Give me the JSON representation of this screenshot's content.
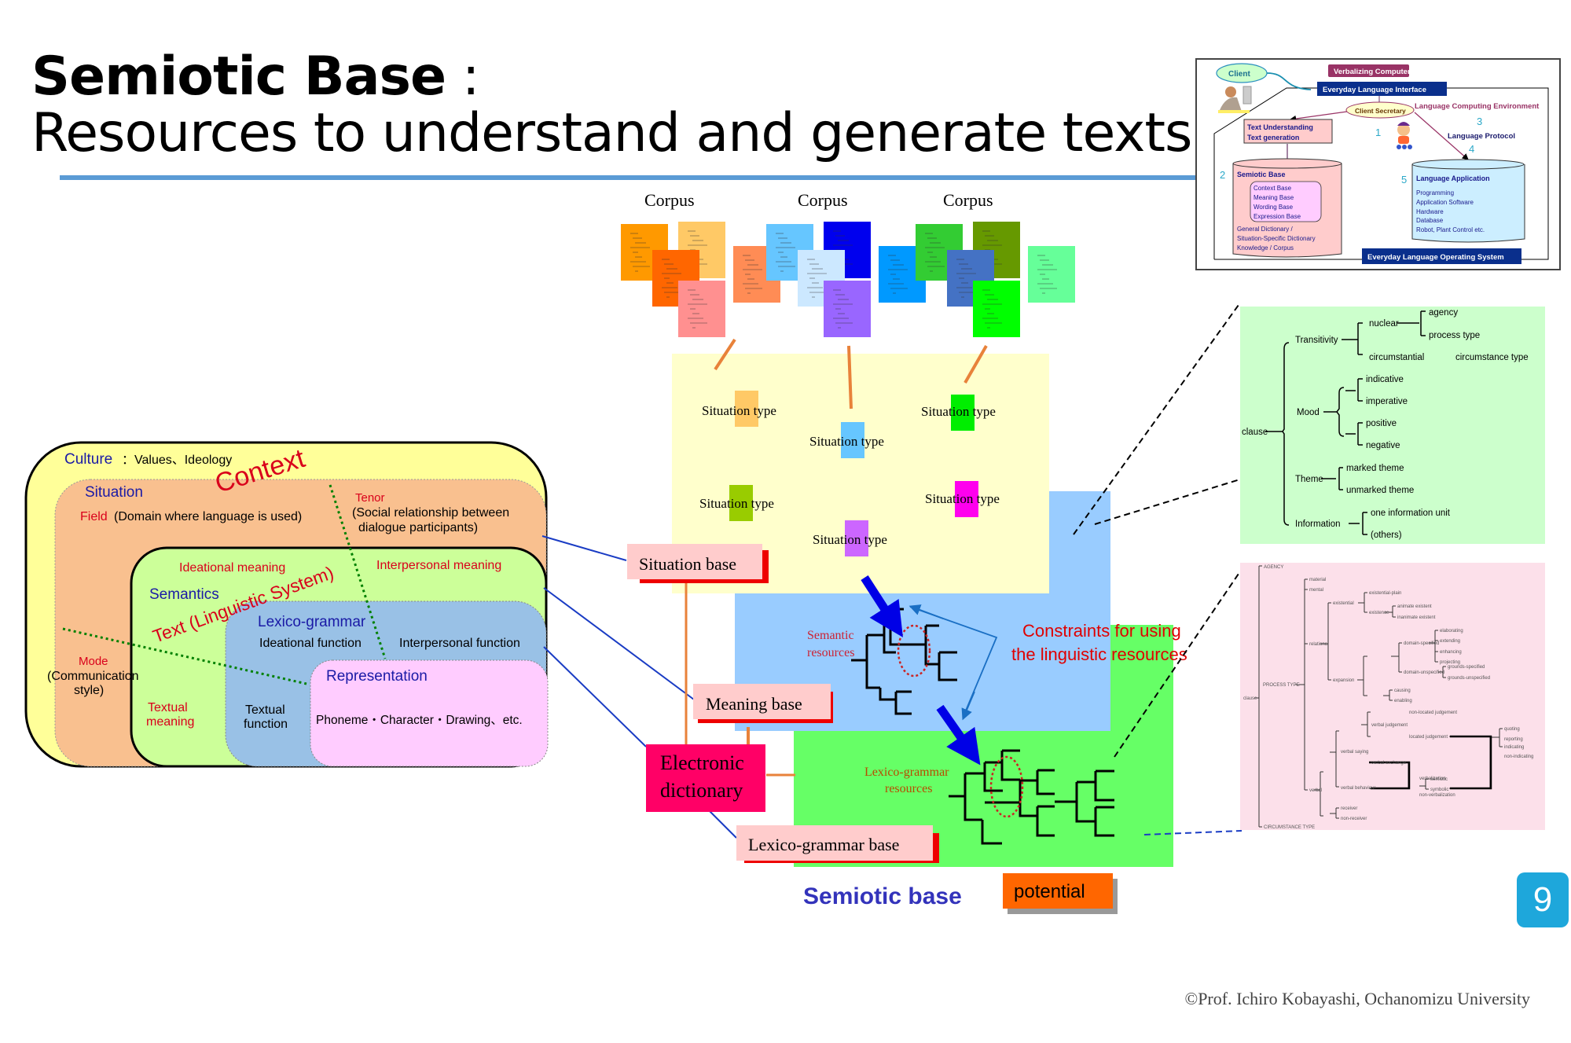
{
  "title": {
    "bold": "Semiotic Base",
    "colon": " :",
    "subtitle": "Resources to understand and generate texts"
  },
  "colors": {
    "accent_rule": "#5b9bd5",
    "page_badge": "#1ea7db",
    "red_text": "#d9001b",
    "blue_text": "#1a1aa6"
  },
  "context_model": {
    "culture_label": "Culture",
    "culture_values": "：Values、Ideology",
    "context_label": "Context",
    "situation_label": "Situation",
    "field_label": "Field",
    "field_desc": "(Domain where language is used)",
    "tenor_label": "Tenor",
    "tenor_desc_1": "(Social relationship between",
    "tenor_desc_2": "dialogue participants)",
    "mode_label": "Mode",
    "mode_desc_1": "(Communication",
    "mode_desc_2": "style)",
    "text_label": "Text (Linguistic System)",
    "ideational_meaning": "Ideational meaning",
    "interpersonal_meaning": "Interpersonal meaning",
    "semantics_label": "Semantics",
    "textual_meaning_1": "Textual",
    "textual_meaning_2": "meaning",
    "lexicogrammar_label": "Lexico-grammar",
    "ideational_function": "Ideational function",
    "interpersonal_function": "Interpersonal function",
    "textual_function_1": "Textual",
    "textual_function_2": "function",
    "representation_label": "Representation",
    "representation_desc": "Phoneme・Character・Drawing、etc."
  },
  "corpora": [
    {
      "label": "Corpus",
      "colors": [
        "#ff9900",
        "#ffc966",
        "#ff8c55",
        "#ff6600",
        "#ff9090"
      ]
    },
    {
      "label": "Corpus",
      "colors": [
        "#66c6ff",
        "#0000ee",
        "#0099ff",
        "#cce8ff",
        "#9966ff"
      ]
    },
    {
      "label": "Corpus",
      "colors": [
        "#33cc33",
        "#669900",
        "#66ff99",
        "#4472c4",
        "#00ff00"
      ]
    }
  ],
  "situation_types": [
    {
      "label": "Situation type",
      "color": "#ffc966"
    },
    {
      "label": "Situation type",
      "color": "#66c6ff"
    },
    {
      "label": "Situation type",
      "color": "#00ee00"
    },
    {
      "label": "Situation type",
      "color": "#99cc00"
    },
    {
      "label": "Situation type",
      "color": "#ff00ee"
    },
    {
      "label": "Situation type",
      "color": "#cc66ff"
    }
  ],
  "bases": {
    "situation_base": "Situation base",
    "meaning_base": "Meaning base",
    "electronic_dictionary_1": "Electronic",
    "electronic_dictionary_2": "dictionary",
    "lexicogrammar_base": "Lexico-grammar base"
  },
  "resources": {
    "semantic_1": "Semantic",
    "semantic_2": "resources",
    "lexicogrammar_1": "Lexico-grammar",
    "lexicogrammar_2": "resources",
    "constraints_1": "Constraints for using",
    "constraints_2": "the linguistic resources"
  },
  "footer_labels": {
    "semiotic_base": "Semiotic base",
    "potential": "potential"
  },
  "system_network": {
    "root": "clause",
    "transitivity": "Transitivity",
    "nuclear": "nuclear",
    "agency": "agency",
    "process_type": "process type",
    "circumstantial": "circumstantial",
    "circumstance_type": "circumstance type",
    "mood": "Mood",
    "indicative": "indicative",
    "imperative": "imperative",
    "positive": "positive",
    "negative": "negative",
    "theme": "Theme",
    "marked_theme": "marked theme",
    "unmarked_theme": "unmarked theme",
    "information": "Information",
    "one_info_unit": "one information unit",
    "others": "(others)"
  },
  "process_network": {
    "root": "clause",
    "agency": "AGENCY",
    "process_type": "PROCESS TYPE",
    "circumstance_type": "CIRCUMSTANCE TYPE",
    "material": "material",
    "mental": "mental",
    "relational": "relational",
    "existential": "existential",
    "expansion": "expansion",
    "verbal": "verbal",
    "verbal_saying": "verbal saying",
    "verbal_behaviour": "verbal behaviour",
    "verbal_judgement": "verbal judgement",
    "verbal_exchange": "verbal exchange",
    "leaves_a": [
      "existential-plain",
      "existence",
      "animate existent",
      "inanimate existent"
    ],
    "leaves_b": [
      "elaborating",
      "extending",
      "enhancing",
      "projecting"
    ],
    "leaves_c": [
      "domain-specified",
      "domain-unspecified",
      "grounds-specified",
      "grounds-unspecified"
    ],
    "leaves_d": [
      "causing",
      "enabling",
      "non-located judgement",
      "located judgement"
    ],
    "leaves_e": [
      "quoting",
      "reporting",
      "indicating",
      "non-indicating"
    ],
    "leaves_f": [
      "verbalization",
      "non-verbalization",
      "semiotic",
      "symbolic",
      "receiver",
      "non-receiver"
    ]
  },
  "inset": {
    "client": "Client",
    "verbalizing_computer": "Verbalizing Computer",
    "everyday_interface": "Everyday Language Interface",
    "client_secretary": "Client Secretary",
    "lang_computing_env": "Language Computing Environment",
    "text_understanding": "Text Understanding",
    "text_generation": "Text generation",
    "n1": "1",
    "n2": "2",
    "n3": "3",
    "n4": "4",
    "n5": "5",
    "language_protocol": "Language Protocol",
    "semiotic_base": "Semiotic Base",
    "context_base": "Context Base",
    "meaning_base": "Meaning Base",
    "wording_base": "Wording Base",
    "expression_base": "Expression Base",
    "general_dictionary": "General Dictionary /",
    "situation_dictionary": "Situation-Specific Dictionary",
    "knowledge_corpus": "Knowledge / Corpus",
    "language_application": "Language Application",
    "app_items": [
      "Programming",
      "Application Software",
      "Hardware",
      "Database",
      "Robot, Plant Control etc."
    ],
    "everyday_os": "Everyday Language Operating System"
  },
  "page_number": "9",
  "copyright": "©Prof. Ichiro Kobayashi, Ochanomizu University"
}
